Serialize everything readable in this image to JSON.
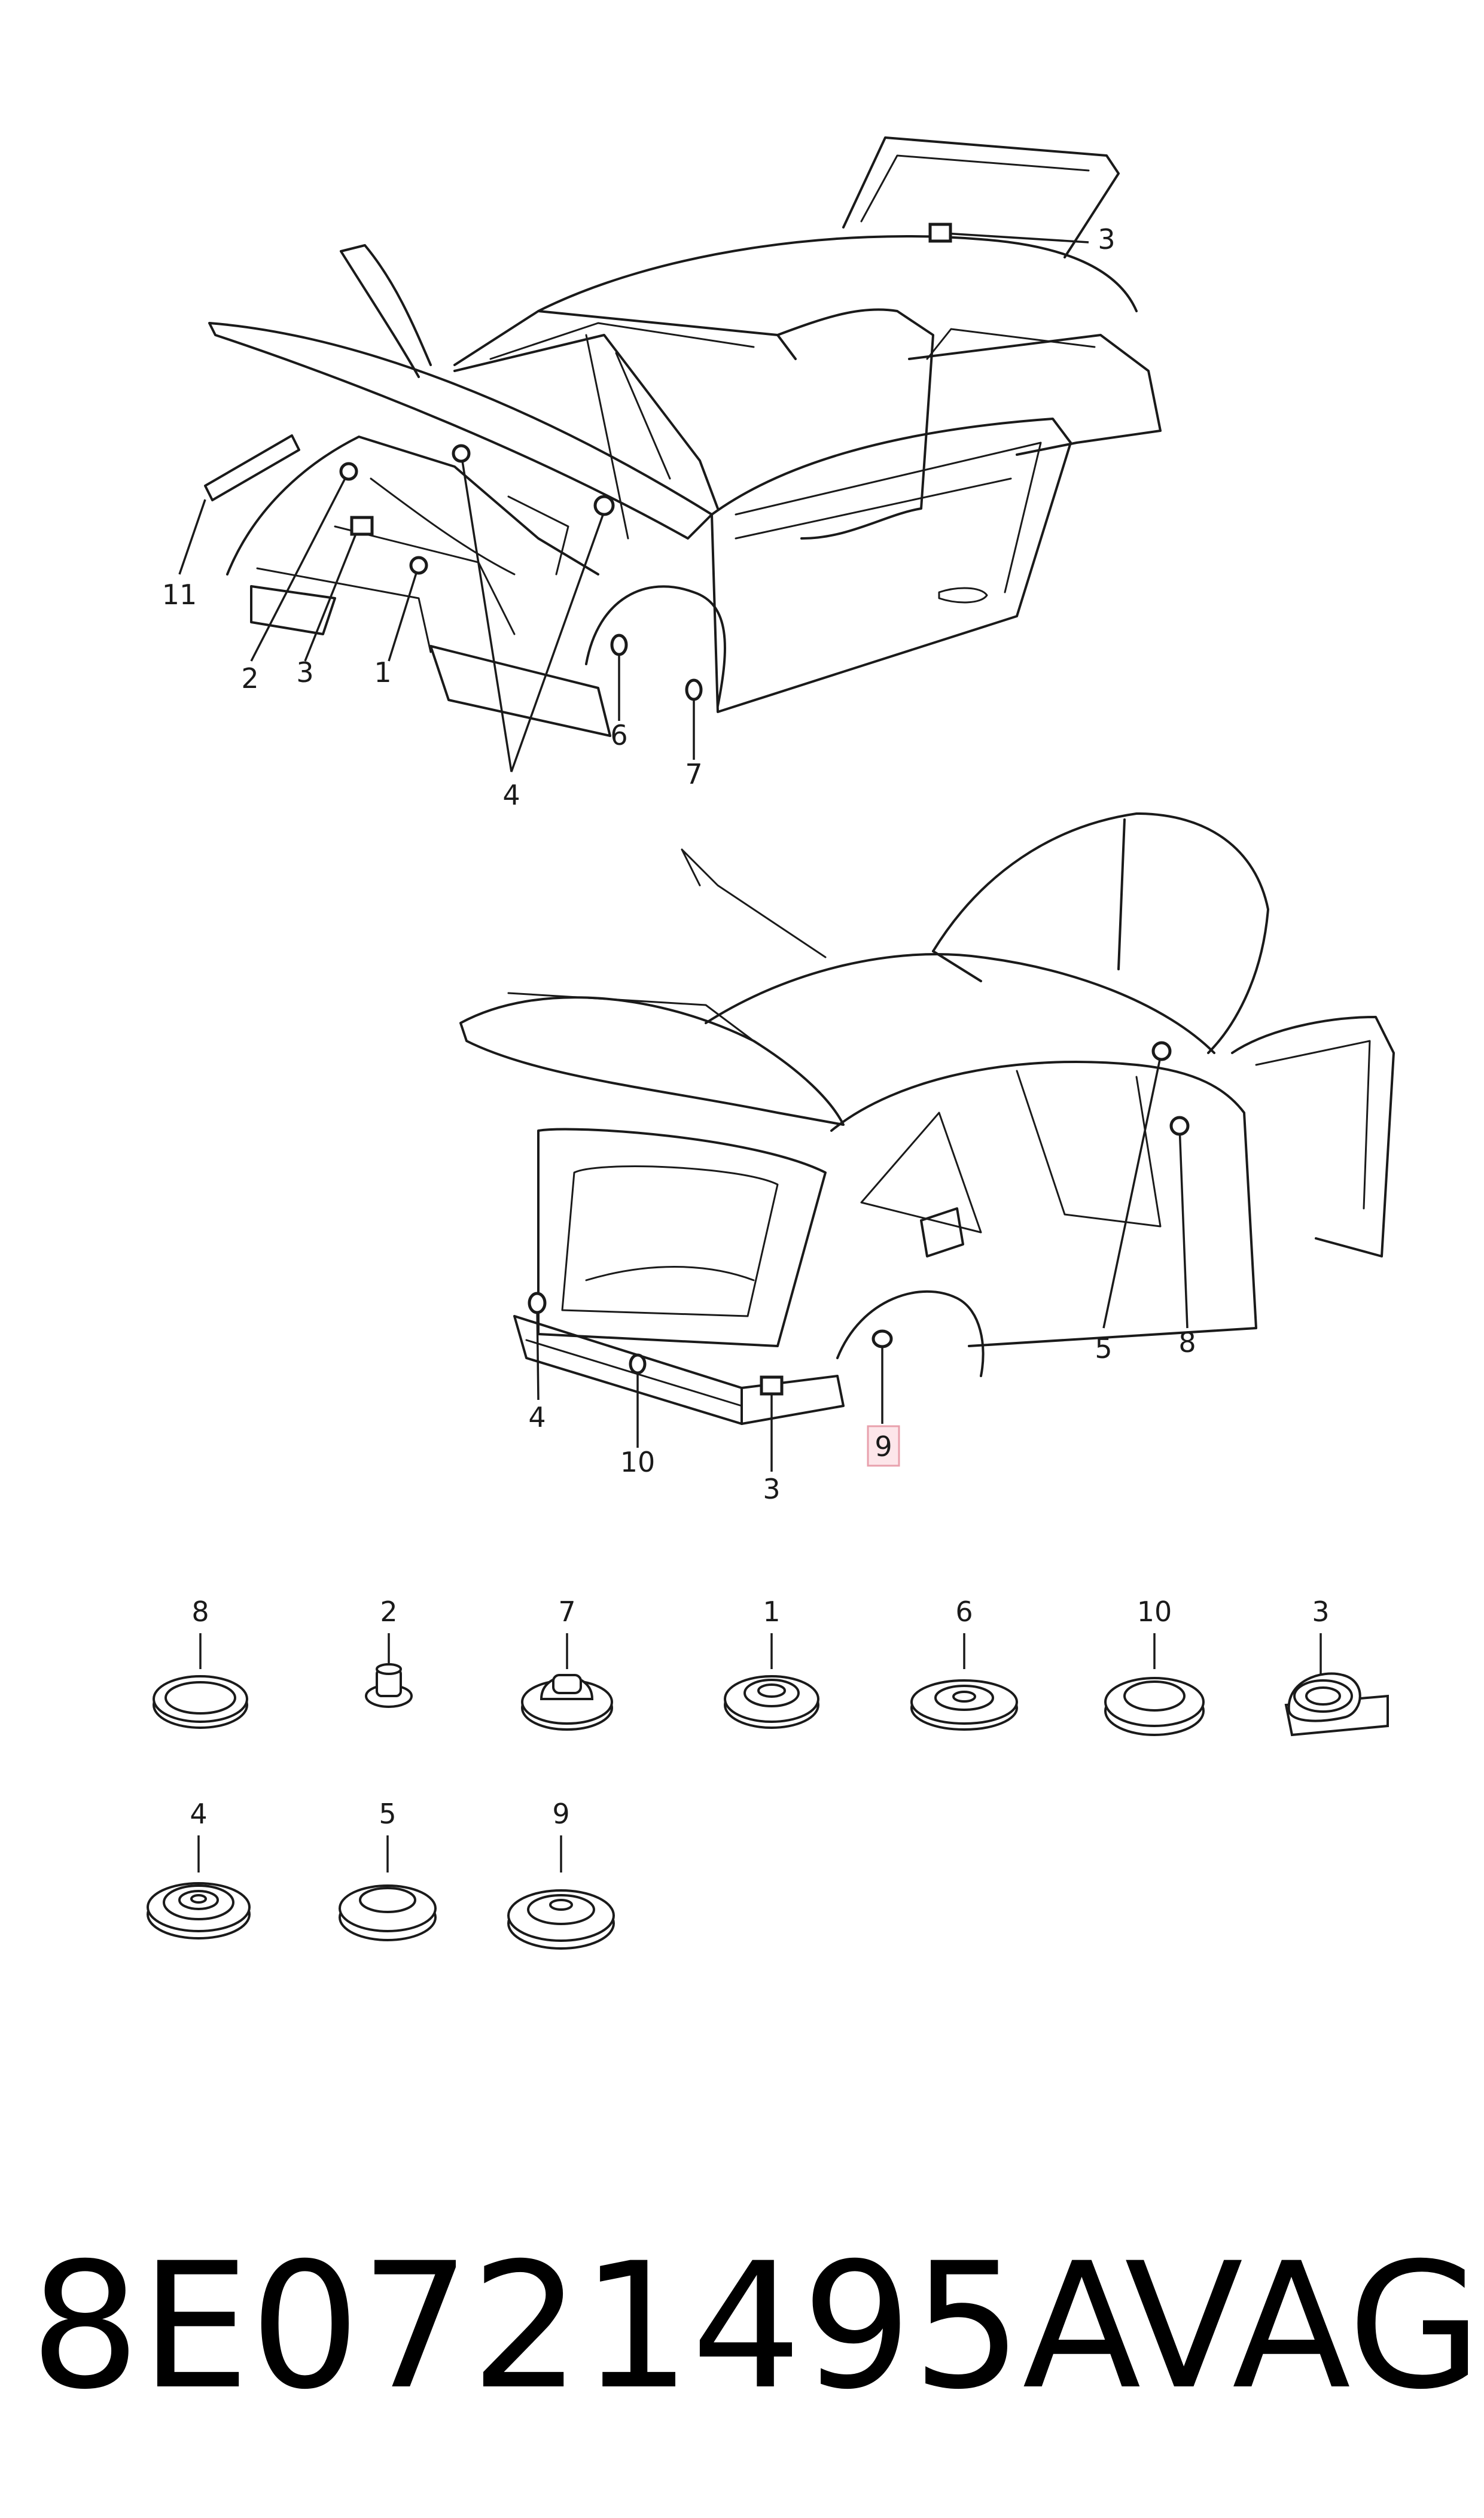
{
  "callouts": {
    "front": {
      "c1": "1",
      "c2": "2",
      "c3a": "3",
      "c3b": "3",
      "c4": "4",
      "c6": "6",
      "c7": "7",
      "c11": "11"
    },
    "rear": {
      "c3": "3",
      "c4": "4",
      "c5": "5",
      "c8": "8",
      "c9": "9",
      "c10": "10"
    },
    "highlighted_callout": "9"
  },
  "parts_legend": {
    "row1": [
      "8",
      "2",
      "7",
      "1",
      "6",
      "10",
      "3"
    ],
    "row2": [
      "4",
      "5",
      "9"
    ]
  },
  "footer": {
    "part_number": "8E0721495A",
    "brand": "VAG"
  }
}
